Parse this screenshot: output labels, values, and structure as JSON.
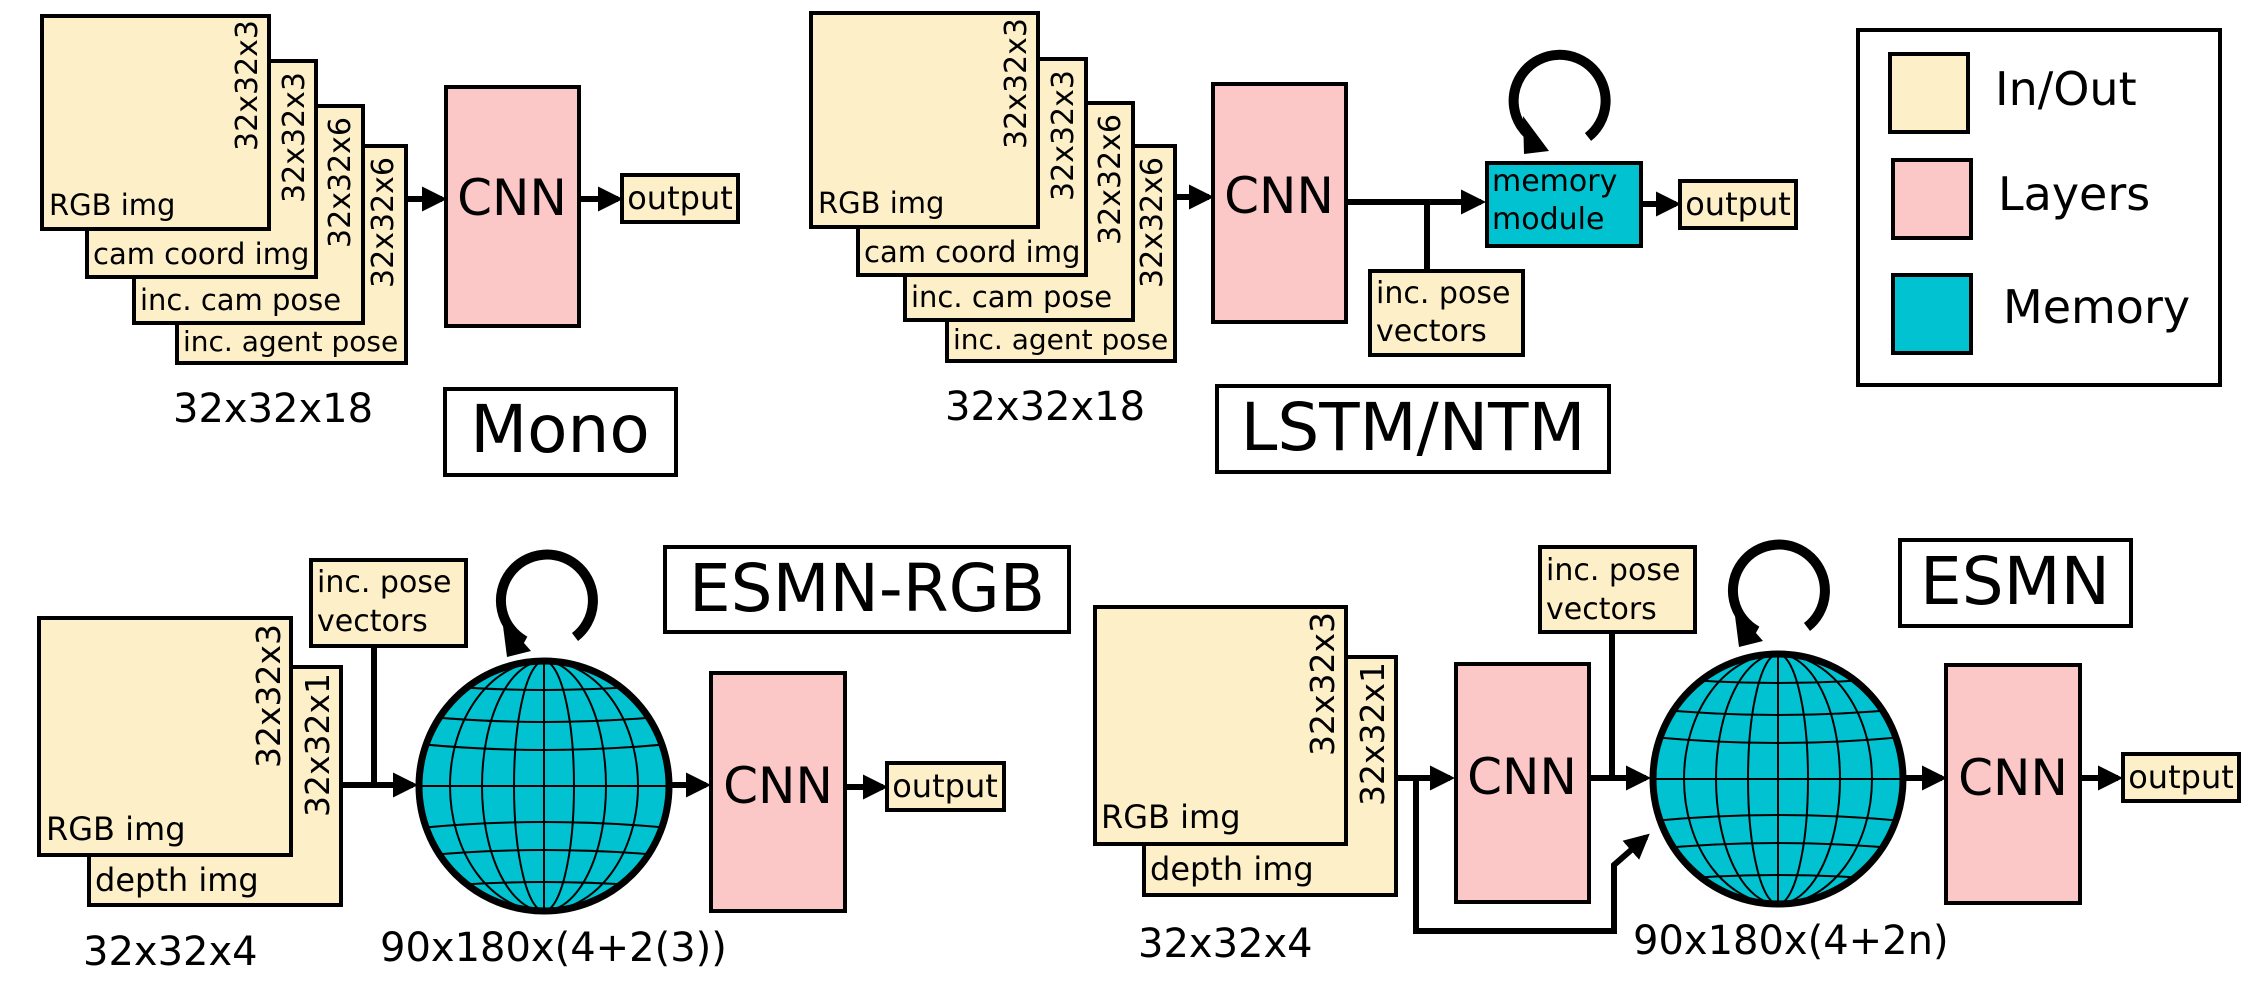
{
  "legend": {
    "io": "In/Out",
    "layers": "Layers",
    "memory": "Memory"
  },
  "colors": {
    "io": "#fdefc8",
    "layers": "#fcc7c7",
    "memory": "#00c2d0"
  },
  "mono": {
    "title": "Mono",
    "stack": {
      "rgb": "RGB img",
      "rgb_dim": "32x32x3",
      "cam_coord": "cam coord img",
      "cam_coord_dim": "32x32x3",
      "cam_pose": "inc. cam pose",
      "cam_pose_dim": "32x32x6",
      "agent_pose": "inc. agent pose",
      "agent_pose_dim": "32x32x6"
    },
    "input_size": "32x32x18",
    "cnn": "CNN",
    "output": "output"
  },
  "lstm": {
    "title": "LSTM/NTM",
    "stack": {
      "rgb": "RGB img",
      "rgb_dim": "32x32x3",
      "cam_coord": "cam coord img",
      "cam_coord_dim": "32x32x3",
      "cam_pose": "inc. cam pose",
      "cam_pose_dim": "32x32x6",
      "agent_pose": "inc. agent pose",
      "agent_pose_dim": "32x32x6"
    },
    "input_size": "32x32x18",
    "cnn": "CNN",
    "memory_line1": "memory",
    "memory_line2": "module",
    "pose_line1": "inc. pose",
    "pose_line2": "vectors",
    "output": "output"
  },
  "esmn_rgb": {
    "title": "ESMN-RGB",
    "rgb": "RGB img",
    "rgb_dim": "32x32x3",
    "depth": "depth img",
    "depth_dim": "32x32x1",
    "input_size": "32x32x4",
    "pose_line1": "inc. pose",
    "pose_line2": "vectors",
    "memory_size": "90x180x(4+2(3))",
    "cnn": "CNN",
    "output": "output"
  },
  "esmn": {
    "title": "ESMN",
    "rgb": "RGB img",
    "rgb_dim": "32x32x3",
    "depth": "depth img",
    "depth_dim": "32x32x1",
    "input_size": "32x32x4",
    "pose_line1": "inc. pose",
    "pose_line2": "vectors",
    "cnn1": "CNN",
    "memory_size": "90x180x(4+2n)",
    "cnn2": "CNN",
    "output": "output"
  }
}
